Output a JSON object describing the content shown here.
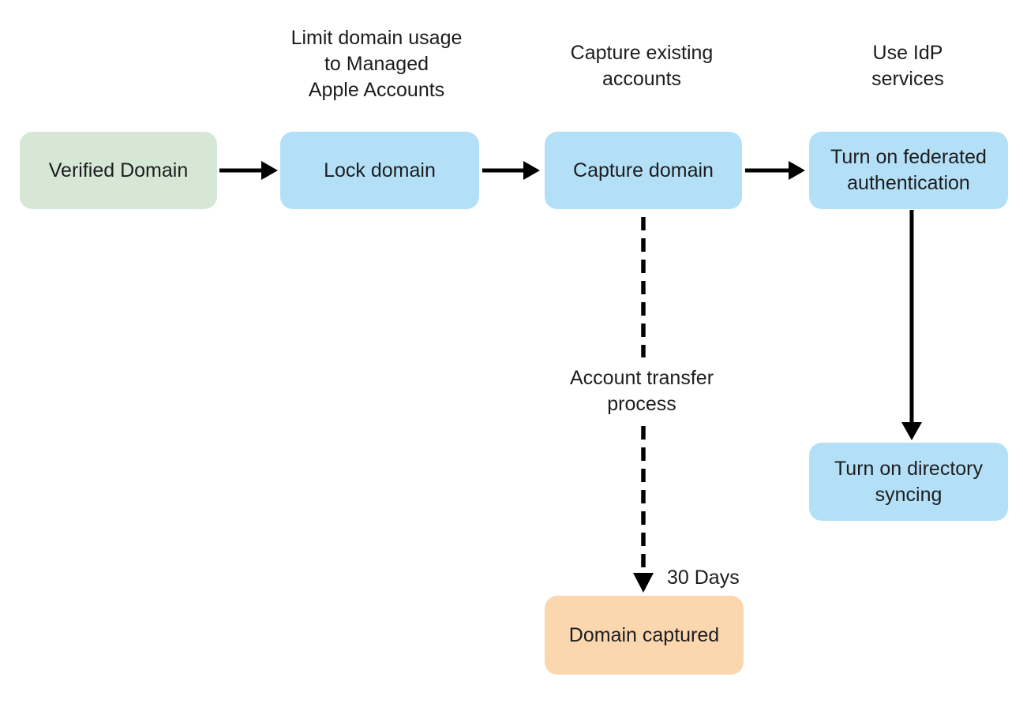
{
  "diagram": {
    "colors": {
      "background": "#ffffff",
      "text": "#1d1d1f",
      "arrow": "#000000",
      "box_green": "#d6e8d5",
      "box_blue": "#b3e0f7",
      "box_orange": "#fbd7af"
    },
    "nodes": [
      {
        "id": "verified-domain",
        "label": "Verified Domain",
        "fill": "#d6e8d5"
      },
      {
        "id": "lock-domain",
        "label": "Lock domain",
        "fill": "#b3e0f7"
      },
      {
        "id": "capture-domain",
        "label": "Capture domain",
        "fill": "#b3e0f7"
      },
      {
        "id": "federated-authentication",
        "label": "Turn on federated authentication",
        "fill": "#b3e0f7"
      },
      {
        "id": "directory-syncing",
        "label": "Turn on directory syncing",
        "fill": "#b3e0f7"
      },
      {
        "id": "domain-captured",
        "label": "Domain captured",
        "fill": "#fbd7af"
      }
    ],
    "annotations": {
      "limit_domain_usage": {
        "lines": [
          "Limit domain usage",
          "to Managed",
          "Apple Accounts"
        ]
      },
      "capture_existing": {
        "lines": [
          "Capture existing",
          "accounts"
        ]
      },
      "use_idp": {
        "lines": [
          "Use IdP",
          "services"
        ]
      },
      "account_transfer": {
        "lines": [
          "Account transfer",
          "process"
        ]
      },
      "thirty_days": "30 Days"
    },
    "connections": [
      {
        "from": "verified-domain",
        "to": "lock-domain",
        "style": "solid"
      },
      {
        "from": "lock-domain",
        "to": "capture-domain",
        "style": "solid"
      },
      {
        "from": "capture-domain",
        "to": "federated-authentication",
        "style": "solid"
      },
      {
        "from": "federated-authentication",
        "to": "directory-syncing",
        "style": "solid"
      },
      {
        "from": "capture-domain",
        "to": "domain-captured",
        "style": "dashed"
      }
    ]
  }
}
